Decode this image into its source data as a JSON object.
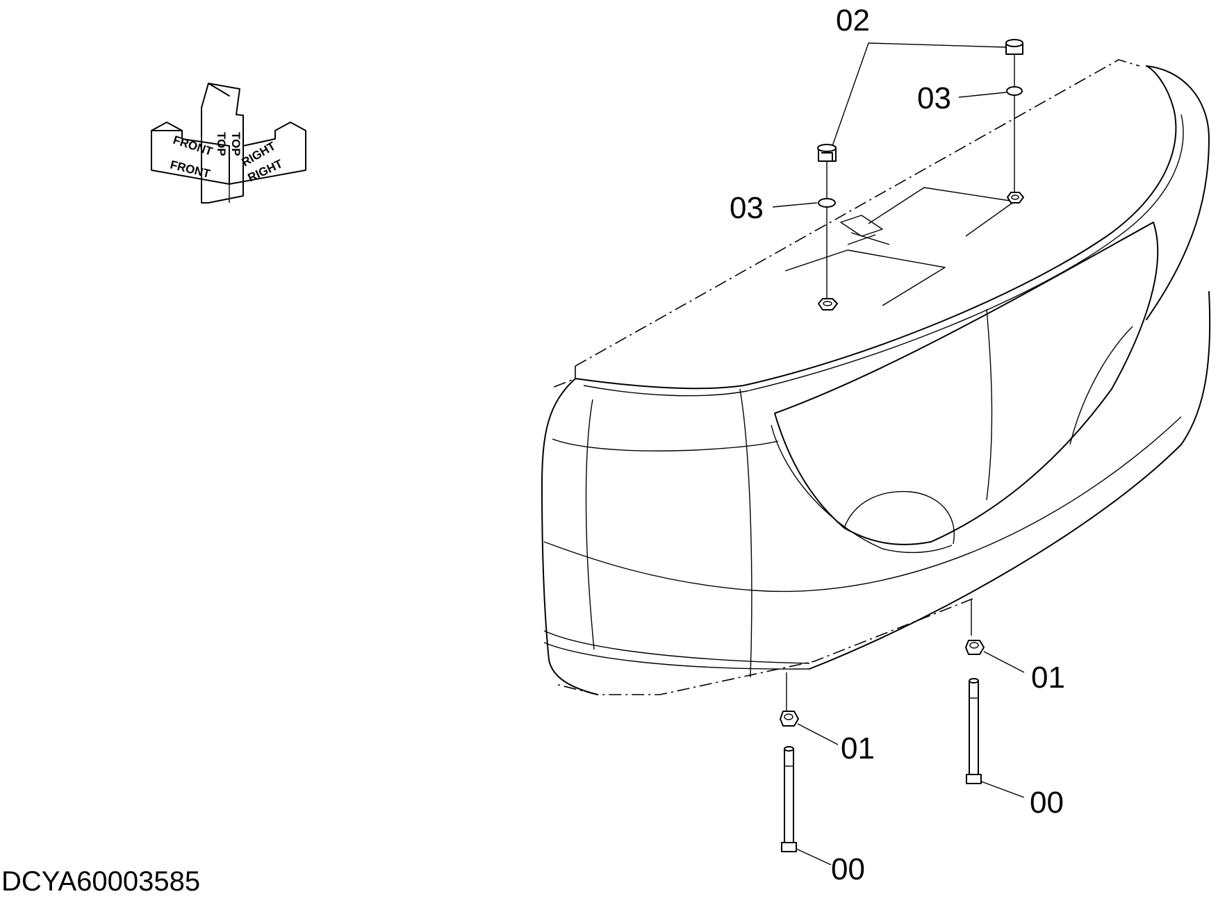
{
  "drawing_id": "DCYA60003585",
  "orientation_labels": {
    "front_upper": "FRONT",
    "front_lower": "FRONT",
    "top_front": "TOP",
    "top_back": "TOP",
    "right_upper": "RIGHT",
    "right_lower": "RIGHT"
  },
  "callouts": {
    "plug": "02",
    "washer_upper": "03",
    "washer_left": "03",
    "nut_right": "01",
    "nut_left": "01",
    "bolt_right": "00",
    "bolt_left": "00"
  }
}
